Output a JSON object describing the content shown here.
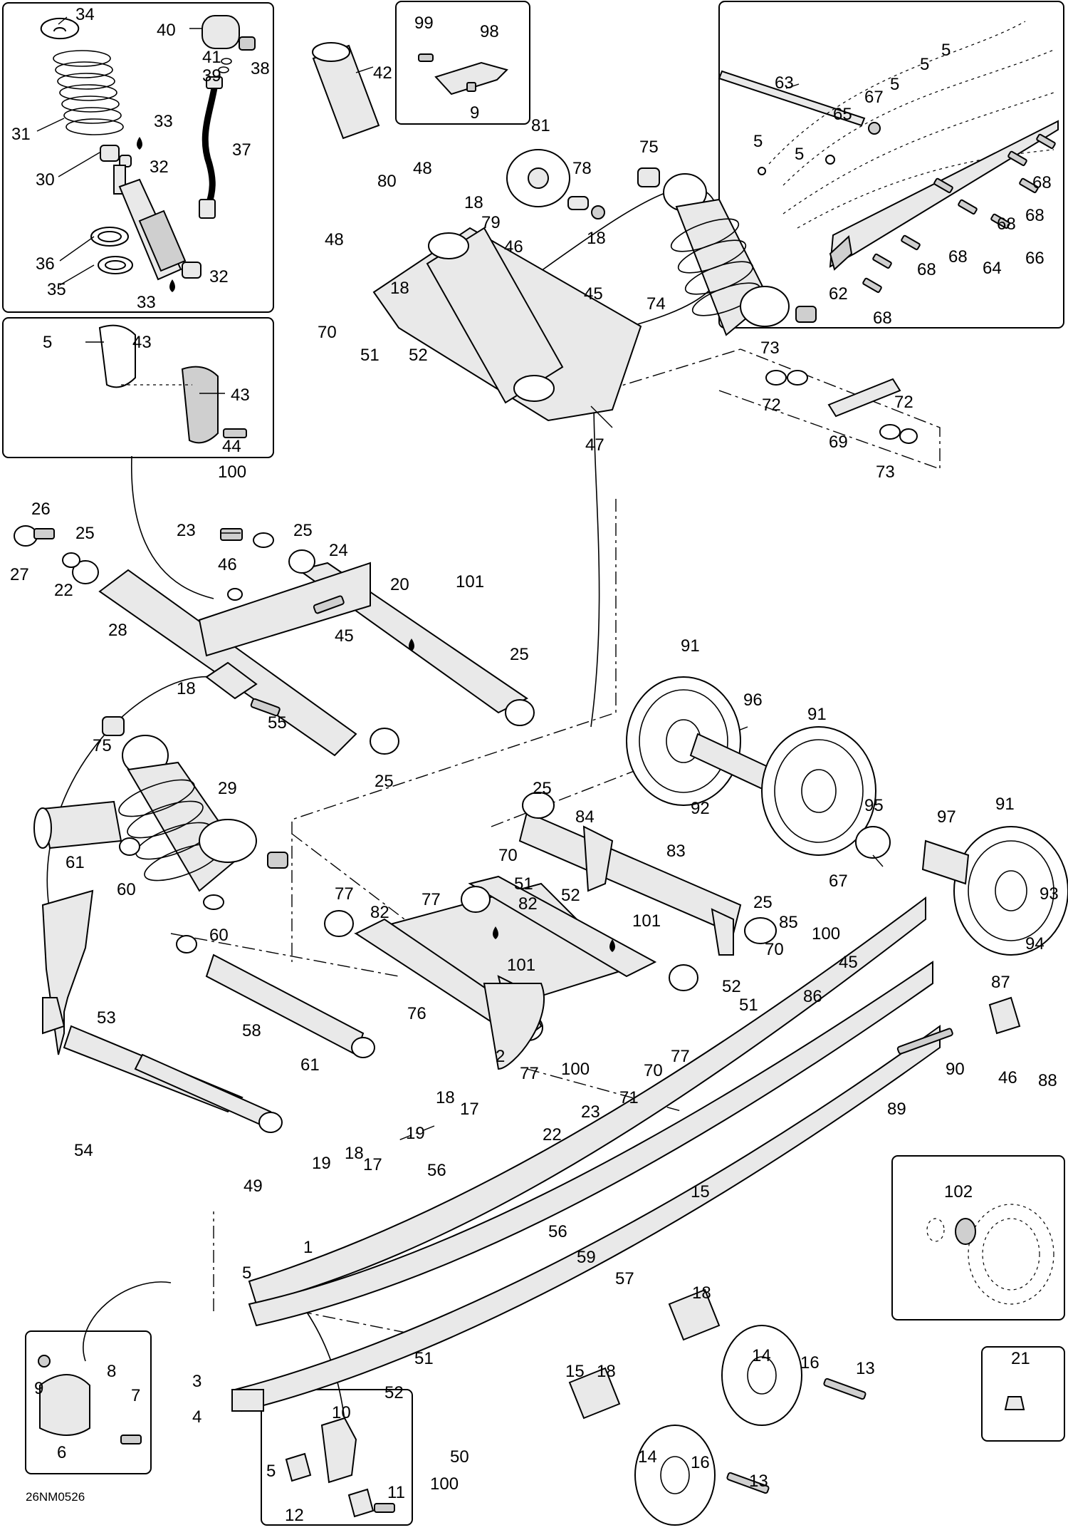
{
  "drawing_id": "26NM0526",
  "callouts": [
    {
      "id": "c34",
      "label": "34"
    },
    {
      "id": "c40",
      "label": "40"
    },
    {
      "id": "c41",
      "label": "41"
    },
    {
      "id": "c38",
      "label": "38"
    },
    {
      "id": "c39",
      "label": "39"
    },
    {
      "id": "c31",
      "label": "31"
    },
    {
      "id": "c33a",
      "label": "33"
    },
    {
      "id": "c37",
      "label": "37"
    },
    {
      "id": "c30",
      "label": "30"
    },
    {
      "id": "c32a",
      "label": "32"
    },
    {
      "id": "c36",
      "label": "36"
    },
    {
      "id": "c32b",
      "label": "32"
    },
    {
      "id": "c35",
      "label": "35"
    },
    {
      "id": "c33b",
      "label": "33"
    },
    {
      "id": "c42",
      "label": "42"
    },
    {
      "id": "c99",
      "label": "99"
    },
    {
      "id": "c98",
      "label": "98"
    },
    {
      "id": "c9a",
      "label": "9"
    },
    {
      "id": "c63",
      "label": "63"
    },
    {
      "id": "c5a",
      "label": "5"
    },
    {
      "id": "c5b",
      "label": "5"
    },
    {
      "id": "c67a",
      "label": "67"
    },
    {
      "id": "c5c",
      "label": "5"
    },
    {
      "id": "c65",
      "label": "65"
    },
    {
      "id": "c5d",
      "label": "5"
    },
    {
      "id": "c5e",
      "label": "5"
    },
    {
      "id": "c68a",
      "label": "68"
    },
    {
      "id": "c68b",
      "label": "68"
    },
    {
      "id": "c68c",
      "label": "68"
    },
    {
      "id": "c68d",
      "label": "68"
    },
    {
      "id": "c68e",
      "label": "68"
    },
    {
      "id": "c64",
      "label": "64"
    },
    {
      "id": "c66",
      "label": "66"
    },
    {
      "id": "c62",
      "label": "62"
    },
    {
      "id": "c68f",
      "label": "68"
    },
    {
      "id": "c5f",
      "label": "5"
    },
    {
      "id": "c43a",
      "label": "43"
    },
    {
      "id": "c43b",
      "label": "43"
    },
    {
      "id": "c44",
      "label": "44"
    },
    {
      "id": "c81",
      "label": "81"
    },
    {
      "id": "c75a",
      "label": "75"
    },
    {
      "id": "c80",
      "label": "80"
    },
    {
      "id": "c48a",
      "label": "48"
    },
    {
      "id": "c78",
      "label": "78"
    },
    {
      "id": "c18a",
      "label": "18"
    },
    {
      "id": "c79",
      "label": "79"
    },
    {
      "id": "c18b",
      "label": "18"
    },
    {
      "id": "c48b",
      "label": "48"
    },
    {
      "id": "c46a",
      "label": "46"
    },
    {
      "id": "c18c",
      "label": "18"
    },
    {
      "id": "c45a",
      "label": "45"
    },
    {
      "id": "c74",
      "label": "74"
    },
    {
      "id": "c70a",
      "label": "70"
    },
    {
      "id": "c51a",
      "label": "51"
    },
    {
      "id": "c52a",
      "label": "52"
    },
    {
      "id": "c73a",
      "label": "73"
    },
    {
      "id": "c72a",
      "label": "72"
    },
    {
      "id": "c72b",
      "label": "72"
    },
    {
      "id": "c69",
      "label": "69"
    },
    {
      "id": "c73b",
      "label": "73"
    },
    {
      "id": "c47",
      "label": "47"
    },
    {
      "id": "c100a",
      "label": "100"
    },
    {
      "id": "c26",
      "label": "26"
    },
    {
      "id": "c23a",
      "label": "23"
    },
    {
      "id": "c25a",
      "label": "25"
    },
    {
      "id": "c25b",
      "label": "25"
    },
    {
      "id": "c24",
      "label": "24"
    },
    {
      "id": "c27",
      "label": "27"
    },
    {
      "id": "c22a",
      "label": "22"
    },
    {
      "id": "c46b",
      "label": "46"
    },
    {
      "id": "c20",
      "label": "20"
    },
    {
      "id": "c101a",
      "label": "101"
    },
    {
      "id": "c28",
      "label": "28"
    },
    {
      "id": "c45b",
      "label": "45"
    },
    {
      "id": "c25c",
      "label": "25"
    },
    {
      "id": "c18d",
      "label": "18"
    },
    {
      "id": "c55",
      "label": "55"
    },
    {
      "id": "c75b",
      "label": "75"
    },
    {
      "id": "c25d",
      "label": "25"
    },
    {
      "id": "c91a",
      "label": "91"
    },
    {
      "id": "c96",
      "label": "96"
    },
    {
      "id": "c91b",
      "label": "91"
    },
    {
      "id": "c92",
      "label": "92"
    },
    {
      "id": "c29",
      "label": "29"
    },
    {
      "id": "c25e",
      "label": "25"
    },
    {
      "id": "c84",
      "label": "84"
    },
    {
      "id": "c95",
      "label": "95"
    },
    {
      "id": "c97",
      "label": "97"
    },
    {
      "id": "c91c",
      "label": "91"
    },
    {
      "id": "c61a",
      "label": "61"
    },
    {
      "id": "c60a",
      "label": "60"
    },
    {
      "id": "c70b",
      "label": "70"
    },
    {
      "id": "c83",
      "label": "83"
    },
    {
      "id": "c51b",
      "label": "51"
    },
    {
      "id": "c52b",
      "label": "52"
    },
    {
      "id": "c67b",
      "label": "67"
    },
    {
      "id": "c93",
      "label": "93"
    },
    {
      "id": "c77a",
      "label": "77"
    },
    {
      "id": "c82a",
      "label": "82"
    },
    {
      "id": "c77b",
      "label": "77"
    },
    {
      "id": "c82b",
      "label": "82"
    },
    {
      "id": "c101b",
      "label": "101"
    },
    {
      "id": "c25f",
      "label": "25"
    },
    {
      "id": "c85",
      "label": "85"
    },
    {
      "id": "c100b",
      "label": "100"
    },
    {
      "id": "c94",
      "label": "94"
    },
    {
      "id": "c60b",
      "label": "60"
    },
    {
      "id": "c101c",
      "label": "101"
    },
    {
      "id": "c70c",
      "label": "70"
    },
    {
      "id": "c45c",
      "label": "45"
    },
    {
      "id": "c52c",
      "label": "52"
    },
    {
      "id": "c86",
      "label": "86"
    },
    {
      "id": "c87",
      "label": "87"
    },
    {
      "id": "c51c",
      "label": "51"
    },
    {
      "id": "c53",
      "label": "53"
    },
    {
      "id": "c76",
      "label": "76"
    },
    {
      "id": "c58",
      "label": "58"
    },
    {
      "id": "c61b",
      "label": "61"
    },
    {
      "id": "c77c",
      "label": "77"
    },
    {
      "id": "c77d",
      "label": "77"
    },
    {
      "id": "c70d",
      "label": "70"
    },
    {
      "id": "c90",
      "label": "90"
    },
    {
      "id": "c46c",
      "label": "46"
    },
    {
      "id": "c88",
      "label": "88"
    },
    {
      "id": "c2",
      "label": "2"
    },
    {
      "id": "c100c",
      "label": "100"
    },
    {
      "id": "c71",
      "label": "71"
    },
    {
      "id": "c18e",
      "label": "18"
    },
    {
      "id": "c17a",
      "label": "17"
    },
    {
      "id": "c23b",
      "label": "23"
    },
    {
      "id": "c89",
      "label": "89"
    },
    {
      "id": "c19a",
      "label": "19"
    },
    {
      "id": "c22b",
      "label": "22"
    },
    {
      "id": "c54",
      "label": "54"
    },
    {
      "id": "c18f",
      "label": "18"
    },
    {
      "id": "c19b",
      "label": "19"
    },
    {
      "id": "c17b",
      "label": "17"
    },
    {
      "id": "c56a",
      "label": "56"
    },
    {
      "id": "c49",
      "label": "49"
    },
    {
      "id": "c15a",
      "label": "15"
    },
    {
      "id": "c102",
      "label": "102"
    },
    {
      "id": "c56b",
      "label": "56"
    },
    {
      "id": "c59",
      "label": "59"
    },
    {
      "id": "c1",
      "label": "1"
    },
    {
      "id": "c57",
      "label": "57"
    },
    {
      "id": "c5g",
      "label": "5"
    },
    {
      "id": "c18g",
      "label": "18"
    },
    {
      "id": "c14a",
      "label": "14"
    },
    {
      "id": "c16a",
      "label": "16"
    },
    {
      "id": "c13a",
      "label": "13"
    },
    {
      "id": "c21",
      "label": "21"
    },
    {
      "id": "c8",
      "label": "8"
    },
    {
      "id": "c9b",
      "label": "9"
    },
    {
      "id": "c7",
      "label": "7"
    },
    {
      "id": "c6",
      "label": "6"
    },
    {
      "id": "c51d",
      "label": "51"
    },
    {
      "id": "c15b",
      "label": "15"
    },
    {
      "id": "c18h",
      "label": "18"
    },
    {
      "id": "c3",
      "label": "3"
    },
    {
      "id": "c52d",
      "label": "52"
    },
    {
      "id": "c4",
      "label": "4"
    },
    {
      "id": "c10",
      "label": "10"
    },
    {
      "id": "c50",
      "label": "50"
    },
    {
      "id": "c14b",
      "label": "14"
    },
    {
      "id": "c16b",
      "label": "16"
    },
    {
      "id": "c100d",
      "label": "100"
    },
    {
      "id": "c13b",
      "label": "13"
    },
    {
      "id": "c5h",
      "label": "5"
    },
    {
      "id": "c11",
      "label": "11"
    },
    {
      "id": "c12",
      "label": "12"
    }
  ]
}
